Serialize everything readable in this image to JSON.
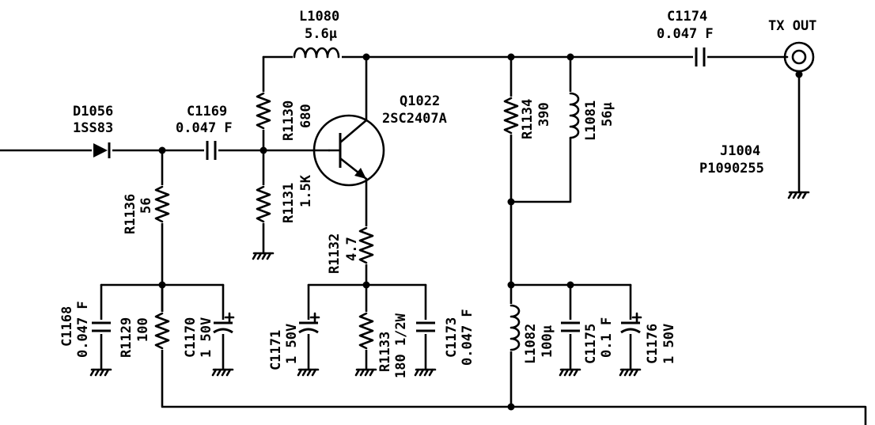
{
  "components": {
    "l1080": {
      "ref": "L1080",
      "value": "5.6µ"
    },
    "c1174": {
      "ref": "C1174",
      "value": "0.047 F"
    },
    "tx_out": {
      "label": "TX OUT"
    },
    "d1056": {
      "ref": "D1056",
      "value": "1SS83"
    },
    "c1169": {
      "ref": "C1169",
      "value": "0.047 F"
    },
    "r1130": {
      "ref": "R1130",
      "value": "680"
    },
    "q1022": {
      "ref": "Q1022",
      "value": "2SC2407A"
    },
    "r1134": {
      "ref": "R1134",
      "value": "390"
    },
    "l1081": {
      "ref": "L1081",
      "value": "56µ"
    },
    "j1004": {
      "ref": "J1004",
      "value": "P1090255"
    },
    "r1131": {
      "ref": "R1131",
      "value": "1.5K"
    },
    "r1136": {
      "ref": "R1136",
      "value": "56"
    },
    "r1132": {
      "ref": "R1132",
      "value": "4.7"
    },
    "c1168": {
      "ref": "C1168",
      "value": "0.047 F"
    },
    "r1129": {
      "ref": "R1129",
      "value": "100"
    },
    "c1170": {
      "ref": "C1170",
      "value": "1  50V"
    },
    "c1171": {
      "ref": "C1171",
      "value": "1  50V"
    },
    "r1133": {
      "ref": "R1133",
      "value": "180 1/2W"
    },
    "c1173": {
      "ref": "C1173",
      "value": "0.047 F"
    },
    "l1082": {
      "ref": "L1082",
      "value": "100µ"
    },
    "c1175": {
      "ref": "C1175",
      "value": "0.1 F"
    },
    "c1176": {
      "ref": "C1176",
      "value": "1  50V"
    }
  },
  "symbols": {
    "ground": "ground-icon",
    "capacitor": "capacitor-icon",
    "electrolytic_capacitor": "electrolytic-capacitor-icon",
    "resistor": "resistor-icon",
    "inductor": "inductor-icon",
    "diode": "diode-icon",
    "npn_transistor": "npn-transistor-icon",
    "coax_connector": "coax-connector-icon"
  },
  "colors": {
    "ink": "#000000",
    "paper": "#ffffff"
  }
}
